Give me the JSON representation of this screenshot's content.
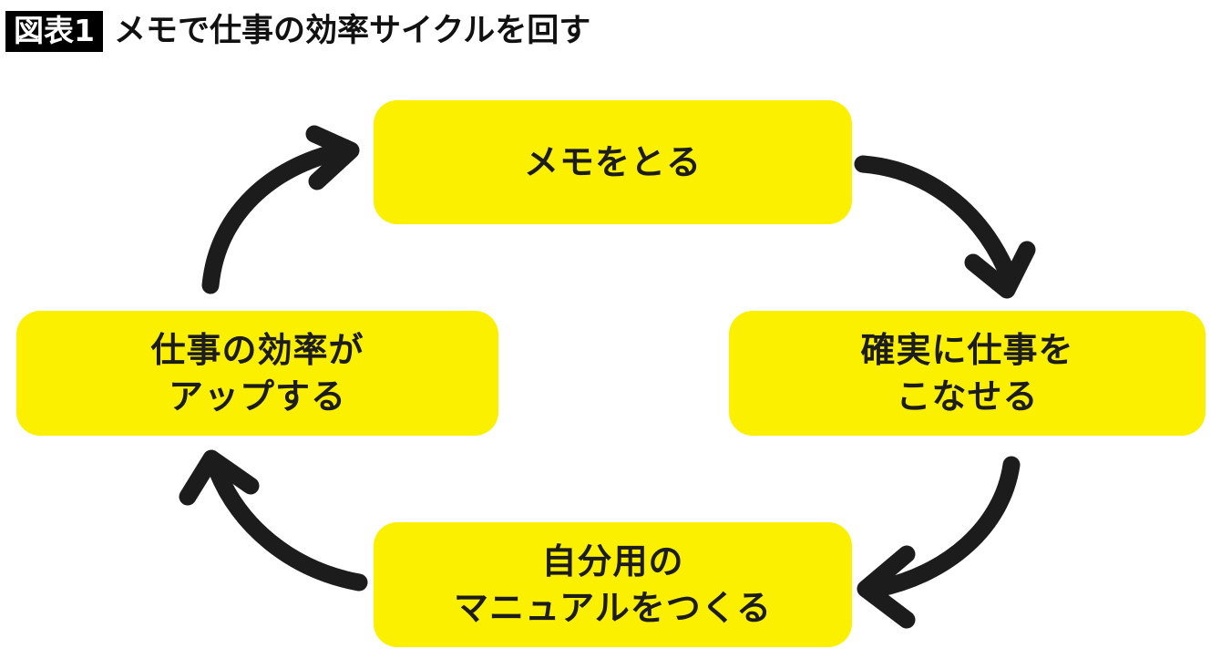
{
  "header": {
    "badge": "図表1",
    "title": "メモで仕事の効率サイクルを回す"
  },
  "colors": {
    "node_fill": "#faf000",
    "text": "#1c1c1c",
    "arrow": "#1c1c1c",
    "badge_bg": "#000000",
    "badge_text": "#ffffff",
    "background": "#ffffff"
  },
  "diagram": {
    "type": "cycle",
    "direction": "clockwise",
    "node_count": 4,
    "arrow_count": 4,
    "nodes": [
      {
        "id": "memo",
        "position": "top",
        "label": "メモをとる"
      },
      {
        "id": "work",
        "position": "right",
        "label": "確実に仕事を\nこなせる"
      },
      {
        "id": "manual",
        "position": "bottom",
        "label": "自分用の\nマニュアルをつくる"
      },
      {
        "id": "effic",
        "position": "left",
        "label": "仕事の効率が\nアップする"
      }
    ],
    "arrows": [
      {
        "id": "arrow-memo-to-work",
        "from": "memo",
        "to": "work",
        "icon": "curved-arrow-down-right"
      },
      {
        "id": "arrow-work-to-manual",
        "from": "work",
        "to": "manual",
        "icon": "curved-arrow-down-left"
      },
      {
        "id": "arrow-manual-to-effic",
        "from": "manual",
        "to": "effic",
        "icon": "curved-arrow-up-left"
      },
      {
        "id": "arrow-effic-to-memo",
        "from": "effic",
        "to": "memo",
        "icon": "curved-arrow-up-right"
      }
    ]
  }
}
